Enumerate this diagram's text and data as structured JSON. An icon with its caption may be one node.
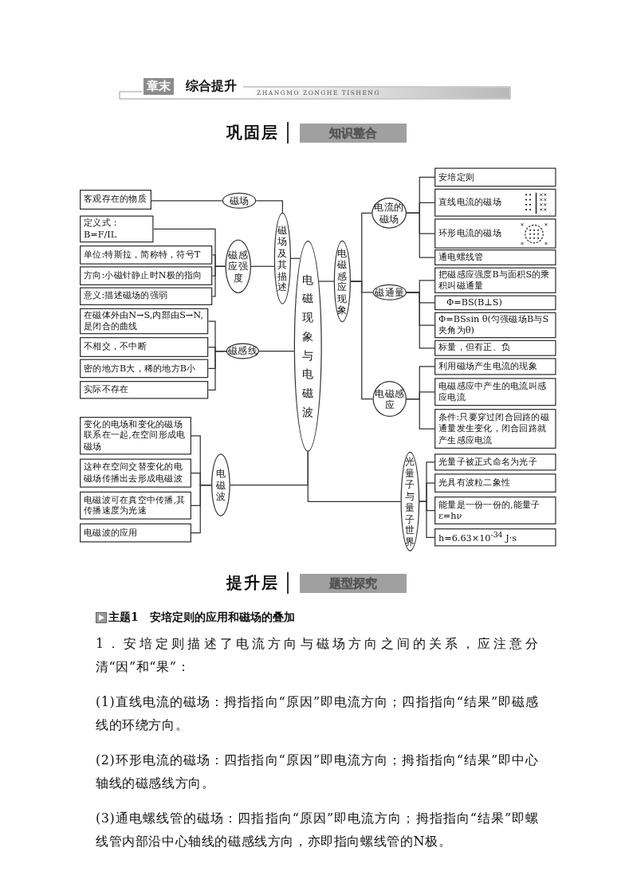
{
  "diagram": {
    "nodes": [
      {
        "text": [
          "电磁现象与电磁波"
        ]
      },
      {
        "text": [
          "磁场及其描述"
        ]
      },
      {
        "text": [
          "磁场"
        ]
      },
      {
        "text": [
          "客观存在的物质"
        ]
      },
      {
        "text": [
          "磁感应强度"
        ]
      },
      {
        "text": [
          "定义式：B=F/IL"
        ]
      },
      {
        "text": [
          "单位:特斯拉，简称特，符号T"
        ]
      },
      {
        "text": [
          "方向:小磁针静止时N极的指向"
        ]
      },
      {
        "text": [
          "意义:描述磁场的强弱"
        ]
      },
      {
        "text": [
          "磁感线"
        ]
      },
      {
        "text": [
          "在磁体外由N→S,内部由S→N,是闭合的曲线"
        ]
      },
      {
        "text": [
          "不相交，不中断"
        ]
      },
      {
        "text": [
          "密的地方B大，稀的地方B小"
        ]
      },
      {
        "text": [
          "实际不存在"
        ]
      },
      {
        "text": [
          "电磁波"
        ]
      },
      {
        "text": [
          "变化的电场和变化的磁场联系在一起,在空间形成电磁场"
        ]
      },
      {
        "text": [
          "这种在空间交替变化的电磁场传播出去形成电磁波"
        ]
      },
      {
        "text": [
          "电磁波可在真空中传播,其传播速度为光速"
        ]
      },
      {
        "text": [
          "电磁波的应用"
        ]
      },
      {
        "text": [
          "电磁感应现象"
        ]
      },
      {
        "text": [
          "电流的磁场"
        ]
      },
      {
        "text": [
          "安培定则"
        ]
      },
      {
        "text": [
          "直线电流的磁场"
        ]
      },
      {
        "text": [
          "环形电流的磁场"
        ]
      },
      {
        "text": [
          "通电螺线管"
        ]
      },
      {
        "text": [
          "磁通量"
        ]
      },
      {
        "text": [
          "把磁感应强度B与面积S的乘积叫磁通量"
        ]
      },
      {
        "text": [
          "Φ=BS(B⊥S)"
        ]
      },
      {
        "text": [
          "Φ=BSsin θ(匀强磁场B与S夹角为θ)"
        ]
      },
      {
        "text": [
          "标量，但有正、负"
        ]
      },
      {
        "text": [
          "电磁感应"
        ]
      },
      {
        "text": [
          "利用磁场产生电流的现象"
        ]
      },
      {
        "text": [
          "电磁感应中产生的电流叫感应电流"
        ]
      },
      {
        "text": [
          "条件:只要穿过闭合回路的磁通量发生变化，闭合回路就产生感应电流"
        ]
      },
      {
        "text": [
          "光量子与量子世界"
        ]
      },
      {
        "text": [
          "光量子被正式命名为光子"
        ]
      },
      {
        "text": [
          "光具有波粒二象性"
        ]
      },
      {
        "text": [
          "能量是一份一份的,能量子ε=hν"
        ]
      },
      {
        "text": [
          "h=6.63×10$^{-34}$ J·s"
        ]
      }
    ],
    "edges": [
      {
        "from": 3,
        "to": 2,
        "arrow": "none"
      },
      {
        "from": 2,
        "to": 1,
        "arrow": "none"
      },
      {
        "from": 5,
        "to": 4,
        "arrow": "none"
      },
      {
        "from": 6,
        "to": 4,
        "arrow": "none"
      },
      {
        "from": 7,
        "to": 4,
        "arrow": "none"
      },
      {
        "from": 8,
        "to": 4,
        "arrow": "none"
      },
      {
        "from": 4,
        "to": 1,
        "arrow": "none"
      },
      {
        "from": 1,
        "to": 0,
        "arrow": "none"
      },
      {
        "from": 10,
        "to": 9,
        "arrow": "none"
      },
      {
        "from": 11,
        "to": 9,
        "arrow": "none"
      },
      {
        "from": 12,
        "to": 9,
        "arrow": "none"
      },
      {
        "from": 13,
        "to": 9,
        "arrow": "none"
      },
      {
        "from": 9,
        "to": 0,
        "arrow": "none"
      },
      {
        "from": 15,
        "to": 14,
        "arrow": "none"
      },
      {
        "from": 16,
        "to": 14,
        "arrow": "none"
      },
      {
        "from": 17,
        "to": 14,
        "arrow": "none"
      },
      {
        "from": 18,
        "to": 14,
        "arrow": "none"
      },
      {
        "from": 14,
        "to": 0,
        "arrow": "none"
      },
      {
        "from": 0,
        "to": 19,
        "arrow": "none"
      },
      {
        "from": 19,
        "to": 20,
        "arrow": "none"
      },
      {
        "from": 20,
        "to": 21,
        "arrow": "none"
      },
      {
        "from": 20,
        "to": 22,
        "arrow": "none"
      },
      {
        "from": 20,
        "to": 23,
        "arrow": "none"
      },
      {
        "from": 20,
        "to": 24,
        "arrow": "none"
      },
      {
        "from": 19,
        "to": 25,
        "arrow": "none"
      },
      {
        "from": 25,
        "to": 26,
        "arrow": "none"
      },
      {
        "from": 25,
        "to": 27,
        "arrow": "none"
      },
      {
        "from": 25,
        "to": 28,
        "arrow": "none"
      },
      {
        "from": 25,
        "to": 29,
        "arrow": "none"
      },
      {
        "from": 19,
        "to": 30,
        "arrow": "none"
      },
      {
        "from": 30,
        "to": 31,
        "arrow": "none"
      },
      {
        "from": 30,
        "to": 32,
        "arrow": "none"
      },
      {
        "from": 30,
        "to": 33,
        "arrow": "none"
      },
      {
        "from": 0,
        "to": 34,
        "arrow": "none"
      },
      {
        "from": 34,
        "to": 35,
        "arrow": "none"
      },
      {
        "from": 34,
        "to": 36,
        "arrow": "none"
      },
      {
        "from": 34,
        "to": 37,
        "arrow": "none"
      },
      {
        "from": 34,
        "to": 38,
        "arrow": "none"
      }
    ],
    "labels": [
      "章末",
      "综合提升",
      "ZHANGMO ZONGHE TISHENG",
      "巩固层",
      "知识整合",
      "提升层",
      "题型探究",
      "主题1　安培定则的应用和磁场的叠加",
      "1．安培定则描述了电流方向与磁场方向之间的关系，应注意分清“因”和“果”：",
      "(1)直线电流的磁场：拇指指向“原因”即电流方向；四指指向“结果”即磁感线的环绕方向。",
      "(2)环形电流的磁场：四指指向“原因”即电流方向；拇指指向“结果”即中心轴线的磁感线方向。",
      "(3)通电螺线管的磁场：四指指向“原因”即电流方向；拇指指向“结果”即螺线管内部沿中心轴线的磁感线方向，亦即指向螺线管的N极。"
    ]
  }
}
